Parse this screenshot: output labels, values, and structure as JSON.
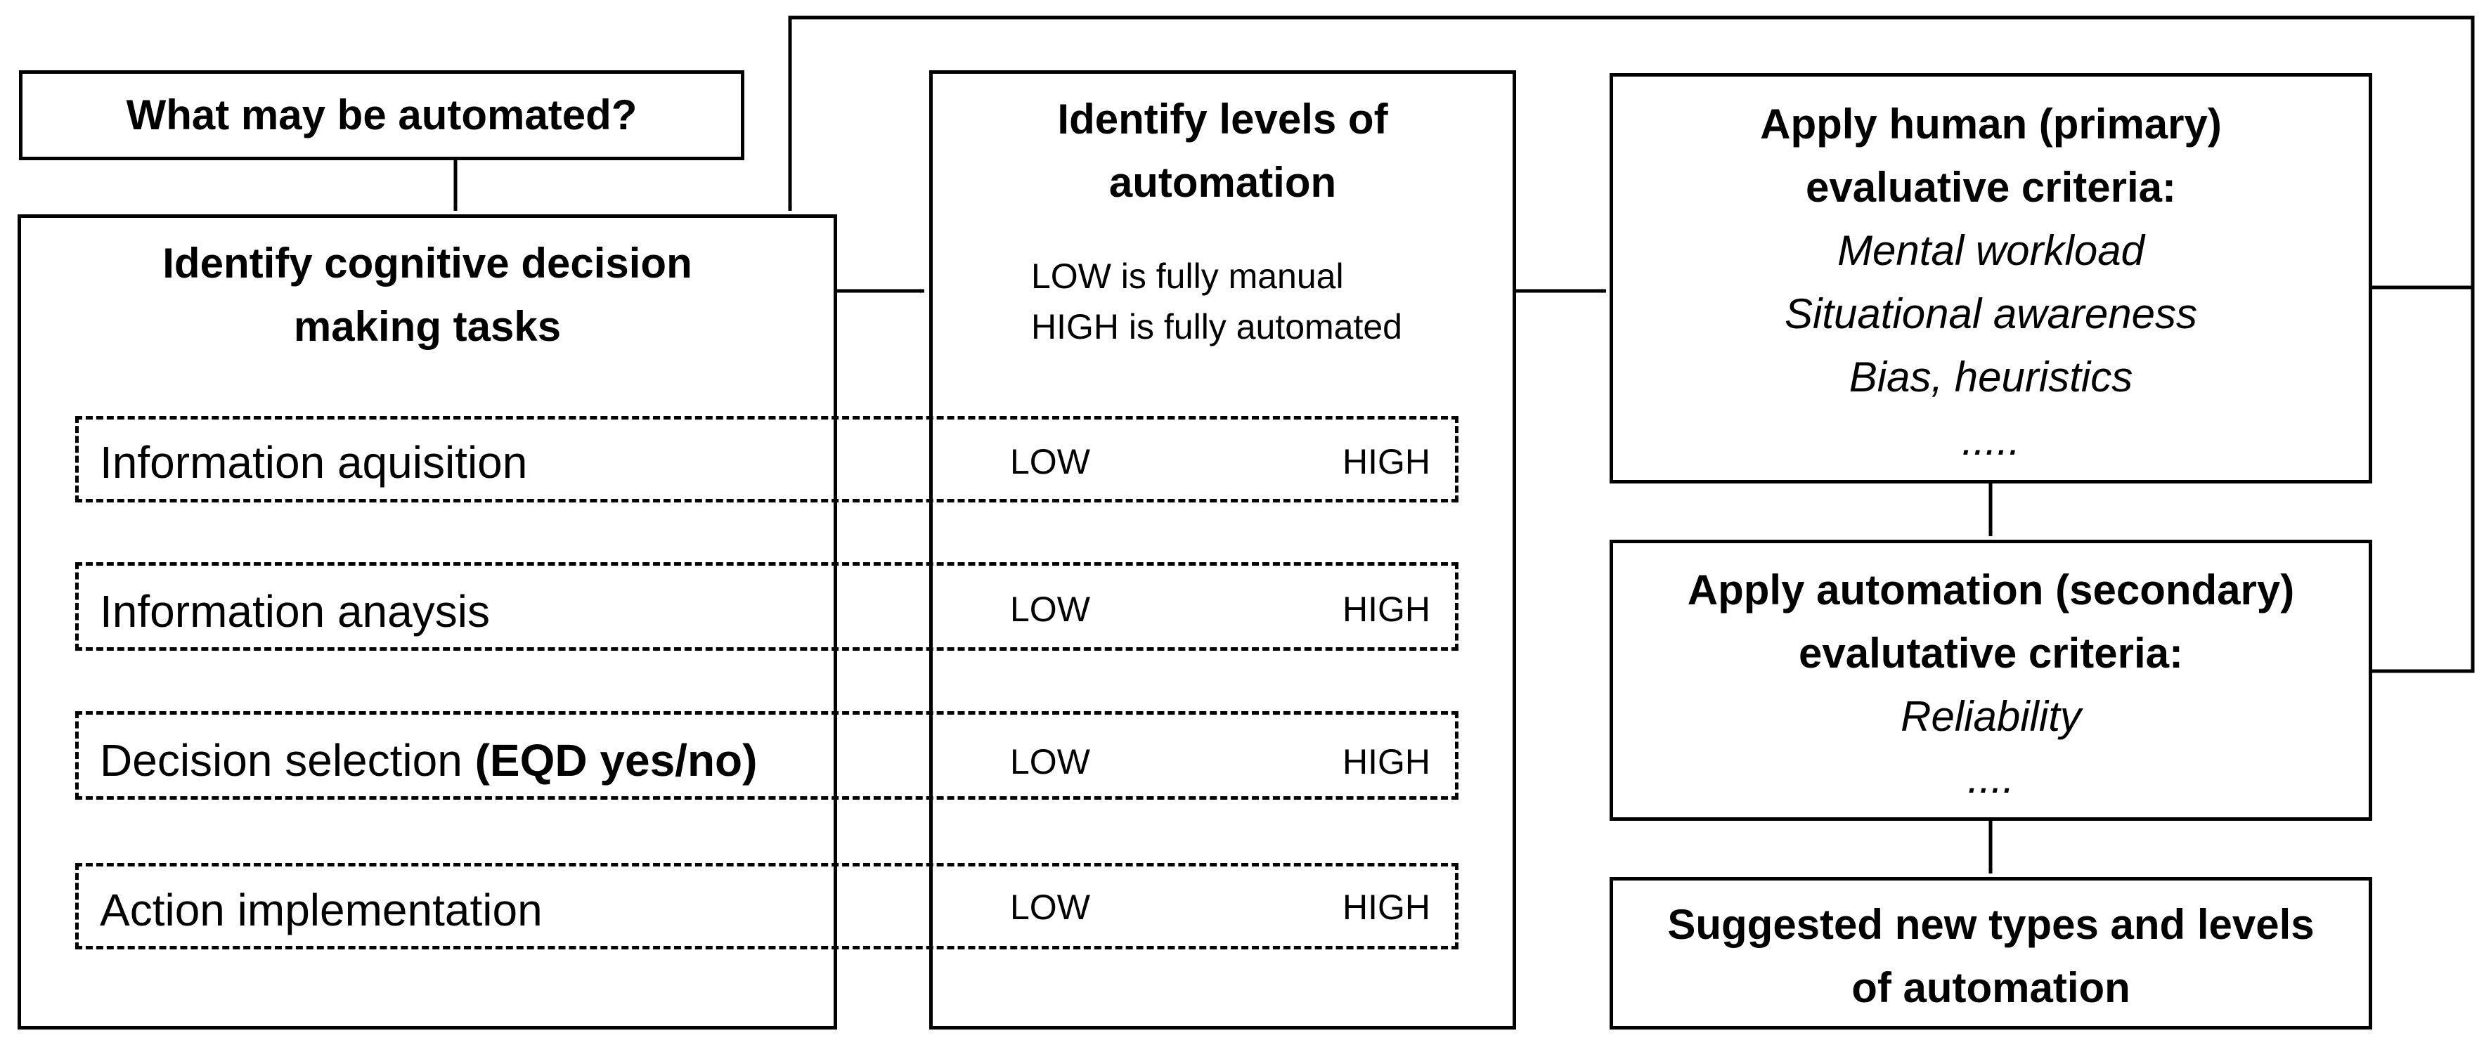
{
  "start": {
    "label": "What may be automated?"
  },
  "tasks_box": {
    "title_line1": "Identify cognitive decision",
    "title_line2": "making tasks",
    "items": [
      {
        "label": "Information aquisition",
        "suffix": ""
      },
      {
        "label": "Information anaysis",
        "suffix": ""
      },
      {
        "label": "Decision selection ",
        "suffix": "(EQD yes/no)"
      },
      {
        "label": "Action implementation",
        "suffix": ""
      }
    ]
  },
  "levels_box": {
    "title_line1": "Identify levels of",
    "title_line2": "automation",
    "note_line1": "LOW is fully manual",
    "note_line2": "HIGH is fully automated",
    "scale_low": "LOW",
    "scale_high": "HIGH"
  },
  "human_box": {
    "title_line1": "Apply human (primary)",
    "title_line2": "evaluative criteria:",
    "criteria": [
      "Mental workload",
      "Situational  awareness",
      "Bias, heuristics",
      "....."
    ]
  },
  "automation_box": {
    "title_line1": "Apply automation (secondary)",
    "title_line2": "evalutative criteria:",
    "criteria": [
      "Reliability",
      "...."
    ]
  },
  "result_box": {
    "title_line1": "Suggested new types and levels",
    "title_line2": "of automation"
  }
}
